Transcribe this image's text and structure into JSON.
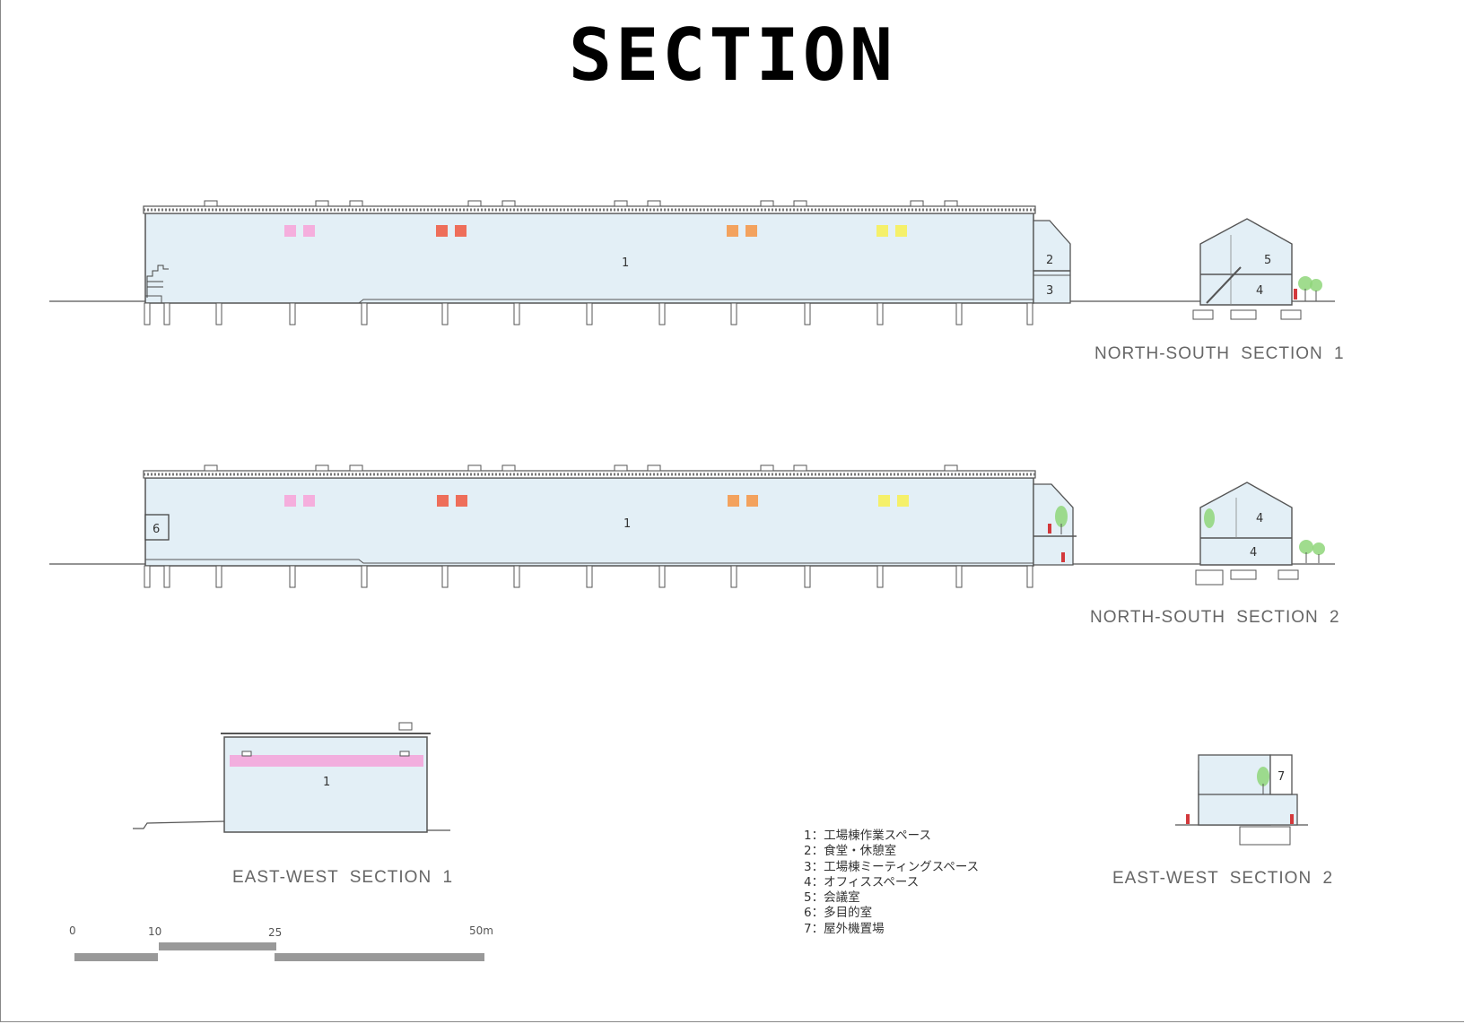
{
  "title": "SECTION",
  "sections": {
    "ns1": {
      "label": "NORTH-SOUTH  SECTION  1"
    },
    "ns2": {
      "label": "NORTH-SOUTH  SECTION  2"
    },
    "ew1": {
      "label": "EAST-WEST  SECTION  1"
    },
    "ew2": {
      "label": "EAST-WEST  SECTION  2"
    }
  },
  "room_numbers": {
    "n1": "1",
    "n2": "2",
    "n3": "3",
    "n4": "4",
    "n5": "5",
    "n6": "6",
    "n7": "7"
  },
  "legend": [
    "1：工場棟作業スペース",
    "2：食堂・休憩室",
    "3：工場棟ミーティングスペース",
    "4：オフィススペース",
    "5：会議室",
    "6：多目的室",
    "7：屋外機置場"
  ],
  "scale_bar": {
    "ticks": [
      "0",
      "10",
      "25",
      "50m"
    ]
  },
  "colors": {
    "interior": "#e3eff6",
    "line": "#555555",
    "pink": "#f5aedd",
    "red": "#ee6e5a",
    "orange": "#f3a25e",
    "yellow": "#f5f06a",
    "crane_band": "#f3a6dc",
    "tree": "#8fd67a",
    "person": "#d3393c",
    "scale_bar": "#999999"
  }
}
